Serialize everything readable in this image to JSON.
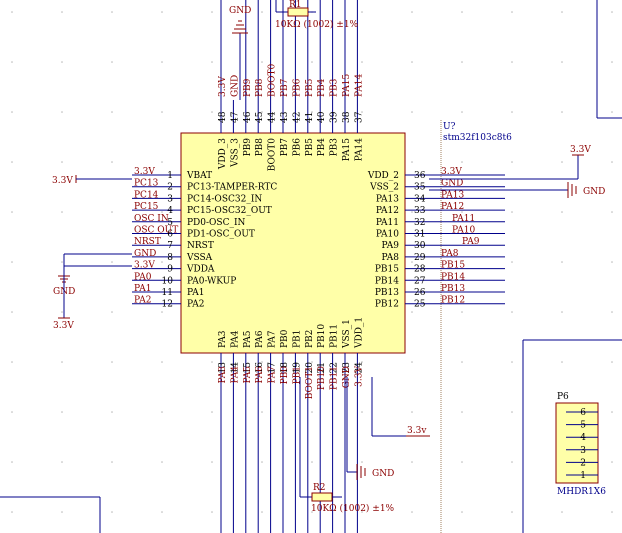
{
  "colors": {
    "background": "#ffffff",
    "wire": "#00008b",
    "net_label": "#8b0000",
    "pin_number": "#000000",
    "pin_name": "#000000",
    "designator": "#00008b",
    "chip_fill": "#ffffa8",
    "chip_stroke": "#8b0000",
    "grid_dot": "#b8b8b8",
    "guide_line": "#a08060"
  },
  "chip": {
    "designator": "U?",
    "part": "stm32f103c8t6",
    "left_pins": [
      {
        "num": "1",
        "name": "VBAT",
        "net": "3.3V"
      },
      {
        "num": "2",
        "name": "PC13-TAMPER-RTC",
        "net": "PC13"
      },
      {
        "num": "3",
        "name": "PC14-OSC32_IN",
        "net": "PC14"
      },
      {
        "num": "4",
        "name": "PC15-OSC32_OUT",
        "net": "PC15"
      },
      {
        "num": "5",
        "name": "PD0-OSC_IN",
        "net": "OSC IN"
      },
      {
        "num": "6",
        "name": "PD1-OSC_OUT",
        "net": "OSC OUT"
      },
      {
        "num": "7",
        "name": "NRST",
        "net": "NRST"
      },
      {
        "num": "8",
        "name": "VSSA",
        "net": "GND"
      },
      {
        "num": "9",
        "name": "VDDA",
        "net": "3.3V"
      },
      {
        "num": "10",
        "name": "PA0-WKUP",
        "net": "PA0"
      },
      {
        "num": "11",
        "name": "PA1",
        "net": "PA1"
      },
      {
        "num": "12",
        "name": "PA2",
        "net": "PA2"
      }
    ],
    "right_pins": [
      {
        "num": "36",
        "name": "VDD_2",
        "net": "3.3V"
      },
      {
        "num": "35",
        "name": "VSS_2",
        "net": "GND"
      },
      {
        "num": "34",
        "name": "PA13",
        "net": "PA13"
      },
      {
        "num": "33",
        "name": "PA12",
        "net": "PA12"
      },
      {
        "num": "32",
        "name": "PA11",
        "net": "PA11"
      },
      {
        "num": "31",
        "name": "PA10",
        "net": "PA10"
      },
      {
        "num": "30",
        "name": "PA9",
        "net": "PA9"
      },
      {
        "num": "29",
        "name": "PA8",
        "net": "PA8"
      },
      {
        "num": "28",
        "name": "PB15",
        "net": "PB15"
      },
      {
        "num": "27",
        "name": "PB14",
        "net": "PB14"
      },
      {
        "num": "26",
        "name": "PB13",
        "net": "PB13"
      },
      {
        "num": "25",
        "name": "PB12",
        "net": "PB12"
      }
    ],
    "top_pins": [
      {
        "num": "48",
        "name": "VDD_3",
        "net": "3.3V"
      },
      {
        "num": "47",
        "name": "VSS_3",
        "net": "GND"
      },
      {
        "num": "46",
        "name": "PB9",
        "net": "PB9"
      },
      {
        "num": "45",
        "name": "PB8",
        "net": "PB8"
      },
      {
        "num": "44",
        "name": "BOOT0",
        "net": "BOOT0"
      },
      {
        "num": "43",
        "name": "PB7",
        "net": "PB7"
      },
      {
        "num": "42",
        "name": "PB6",
        "net": "PB6"
      },
      {
        "num": "41",
        "name": "PB5",
        "net": "PB5"
      },
      {
        "num": "40",
        "name": "PB4",
        "net": "PB4"
      },
      {
        "num": "39",
        "name": "PB3",
        "net": "PB3"
      },
      {
        "num": "38",
        "name": "PA15",
        "net": "PA15"
      },
      {
        "num": "37",
        "name": "PA14",
        "net": "PA14"
      }
    ],
    "bottom_pins": [
      {
        "num": "13",
        "name": "PA3",
        "net": "PA3"
      },
      {
        "num": "14",
        "name": "PA4",
        "net": "PA4"
      },
      {
        "num": "15",
        "name": "PA5",
        "net": "PA5"
      },
      {
        "num": "16",
        "name": "PA6",
        "net": "PA6"
      },
      {
        "num": "17",
        "name": "PA7",
        "net": "PA7"
      },
      {
        "num": "18",
        "name": "PB0",
        "net": "PB0"
      },
      {
        "num": "19",
        "name": "PB1",
        "net": "PB1"
      },
      {
        "num": "20",
        "name": "PB2",
        "net": "BOOT1"
      },
      {
        "num": "21",
        "name": "PB10",
        "net": "PB10"
      },
      {
        "num": "22",
        "name": "PB11",
        "net": "PB11"
      },
      {
        "num": "23",
        "name": "VSS_1",
        "net": "GND"
      },
      {
        "num": "24",
        "name": "VDD_1",
        "net": "3.3V"
      }
    ]
  },
  "power": {
    "left_vbat": "3.3V",
    "left_vdda": "3.3V",
    "left_gnd": "GND",
    "top_gnd": "GND",
    "right_vdd": "3.3V",
    "right_gnd": "GND",
    "bottom_vdd": "3.3v",
    "bottom_gnd": "GND"
  },
  "resistors": [
    {
      "ref": "R1",
      "value": "10KΩ (1002) ±1%"
    },
    {
      "ref": "R2",
      "value": "10KΩ (1002) ±1%"
    }
  ],
  "header": {
    "ref": "P6",
    "part": "MHDR1X6",
    "pins": [
      "6",
      "5",
      "4",
      "3",
      "2",
      "1"
    ]
  }
}
